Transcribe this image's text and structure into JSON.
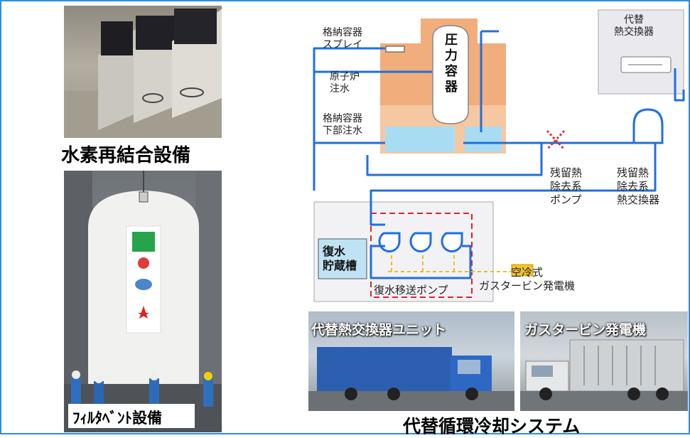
{
  "left": {
    "hydrogen_caption": "水素再結合設備",
    "filter_caption": "ﾌｨﾙﾀﾍﾞﾝﾄ設備"
  },
  "diagram": {
    "spray_label": "格納容器\nスプレイ",
    "reactor_injection_label": "原子炉\n注水",
    "lower_injection_label": "格納容器\n下部注水",
    "pressure_vessel_label": "圧\n力\n容\n器",
    "alt_hx_label": "代替\n熱交換器",
    "rhr_pump_label": "残留熱\n除去系\nポンプ",
    "rhr_hx_label": "残留熱\n除去系\n熱交換器",
    "condensate_tank_label": "復水\n貯蔵槽",
    "transfer_pump_label": "復水移送ポンプ",
    "gas_turbine_label": "空冷式\nガスタービン発電機"
  },
  "photos": {
    "hx_unit_label": "代替熱交換器ユニット",
    "gas_turbine_label": "ガスタービン発電機"
  },
  "system_title": "代替循環冷却システム",
  "colors": {
    "frame": "#2f8fd8",
    "flow": "#1f6fe0",
    "vessel": "#f2ad7c",
    "water": "#9fd8f0"
  }
}
